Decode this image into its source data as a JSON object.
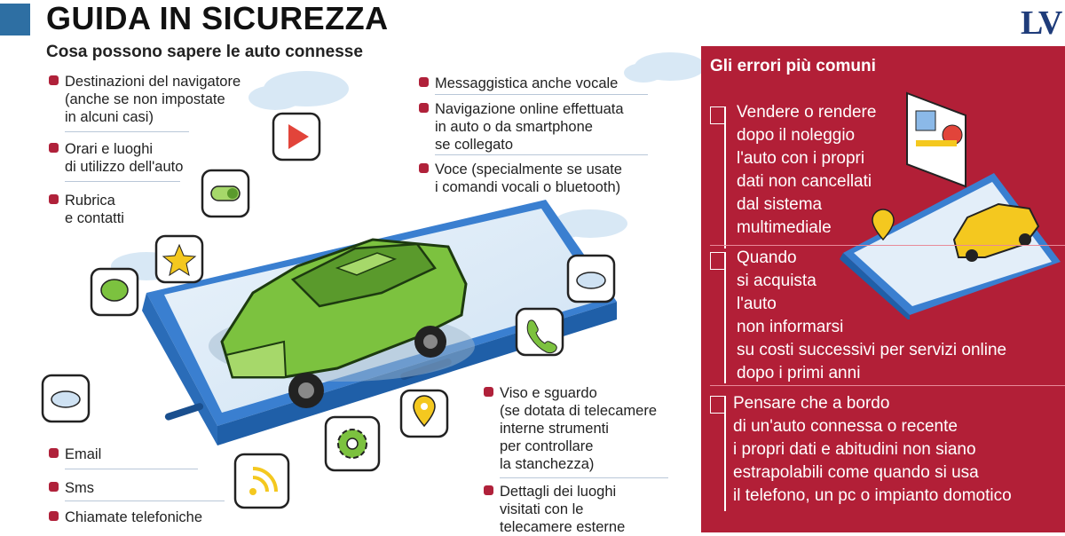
{
  "header": {
    "title": "GUIDA IN SICUREZZA",
    "logo": "LV",
    "subtitle": "Cosa possono sapere le auto connesse"
  },
  "left_items": [
    "Destinazioni del navigatore\n(anche se non impostate\nin alcuni casi)",
    "Orari e luoghi\ndi utilizzo dell'auto",
    "Rubrica\ne contatti",
    "Email",
    "Sms",
    "Chiamate telefoniche"
  ],
  "top_items": [
    "Messaggistica anche vocale",
    "Navigazione online effettuata\nin auto o da smartphone\nse collegato",
    "Voce (specialmente se usate\ni comandi vocali o bluetooth)"
  ],
  "bottom_items": [
    "Viso e sguardo\n(se dotata di telecamere\ninterne strumenti\nper controllare\nla stanchezza)",
    "Dettagli dei luoghi\nvisitati con le\ntelecamere esterne"
  ],
  "errors_panel": {
    "title": "Gli errori più comuni",
    "items": [
      "Vendere o rendere\ndopo il noleggio\nl'auto con i propri\ndati non cancellati\ndal sistema\nmultimediale",
      "Quando\nsi acquista\nl'auto\nnon informarsi\nsu costi successivi per servizi online\ndopo i primi anni",
      "Pensare che a bordo\ndi un'auto connessa o recente\ni propri dati e abitudini non siano\nestrapolabili come quando si usa\nil telefono, un pc o impianto domotico"
    ]
  },
  "icons": [
    "play-icon",
    "toggle-icon",
    "star-icon",
    "chat-bubble-icon",
    "cloud-icon",
    "phone-icon",
    "location-pin-icon",
    "gear-icon",
    "wifi-icon",
    "car-icon"
  ],
  "colors": {
    "accent": "#b21f37",
    "title_bar": "#2e6fa3",
    "car": "#7cc23f",
    "phone": "#3a7fd0",
    "logo": "#1f3c7a"
  }
}
